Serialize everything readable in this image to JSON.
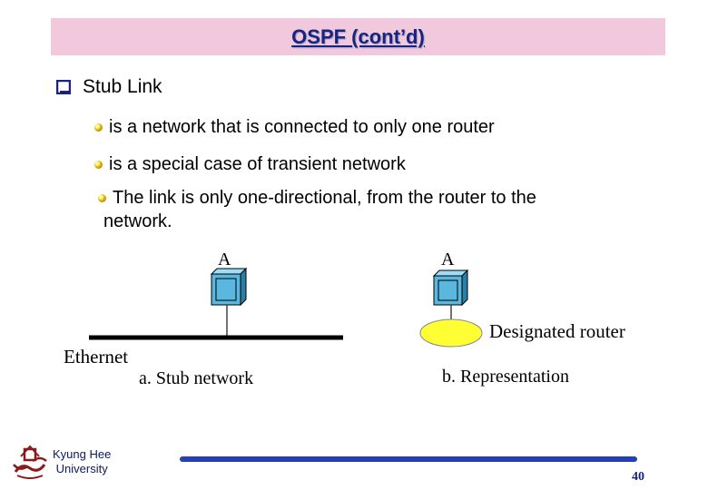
{
  "slide": {
    "title": "OSPF (cont’d)",
    "heading": "Stub Link",
    "bullets": [
      "is a network that is connected to only one router",
      "is a special case of transient network",
      "The link is only one-directional, from the router to the",
      "network."
    ]
  },
  "figure": {
    "left": {
      "router_label": "A",
      "network_label": "Ethernet",
      "caption": "a. Stub network"
    },
    "right": {
      "router_label": "A",
      "dr_label": "Designated router",
      "caption": "b.  Representation"
    }
  },
  "footer": {
    "university_line1": "Kyung Hee",
    "university_line2": "University",
    "page_number": "40"
  },
  "colors": {
    "title_bg": "#f2c9dc",
    "title_text": "#1a237e",
    "router": "#5ab8e0",
    "designated_router": "#ffff33",
    "footer_line": "#2440b8"
  }
}
